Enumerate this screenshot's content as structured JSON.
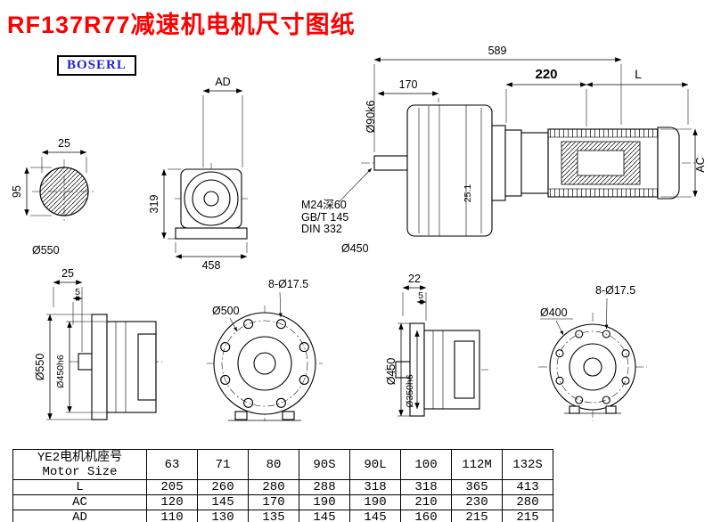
{
  "page": {
    "title": "RF137R77减速机电机尺寸图纸",
    "brand": "BOSERL"
  },
  "drawing": {
    "shaft_section": {
      "key_width": "25",
      "diameter": "95",
      "label": "Ø550"
    },
    "gearbox_front": {
      "dim_AD": "AD",
      "dim_319": "319",
      "dim_458": "458"
    },
    "main": {
      "dim_589": "589",
      "dim_170": "170",
      "dim_220": "220",
      "dim_L": "L",
      "shaft_dia": "Ø90k6",
      "center_hole": "M24深60",
      "std1": "GB/T 145",
      "std2": "DIN 332",
      "flange_dia": "Ø450",
      "dim_25_1": "25.1",
      "dim_AC": "AC"
    },
    "side_550": {
      "dim_25": "25",
      "dim_5": "5",
      "d_outer": "Ø550",
      "d_spigot": "Ø450h6"
    },
    "flange_500": {
      "d_outer": "Ø500",
      "holes": "8-Ø17.5"
    },
    "side_450": {
      "dim_22": "22",
      "dim_5": "5",
      "d_outer": "Ø450",
      "d_spigot": "Ø350h6"
    },
    "flange_400": {
      "d_outer": "Ø400",
      "holes": "8-Ø17.5"
    }
  },
  "table": {
    "header_line1": "YE2电机机座号",
    "header_line2": "Motor Size",
    "columns": [
      "63",
      "71",
      "80",
      "90S",
      "90L",
      "100",
      "112M",
      "132S"
    ],
    "rows": [
      {
        "label": "L",
        "values": [
          "205",
          "260",
          "280",
          "288",
          "318",
          "318",
          "365",
          "413"
        ]
      },
      {
        "label": "AC",
        "values": [
          "120",
          "145",
          "170",
          "190",
          "190",
          "210",
          "230",
          "280"
        ]
      },
      {
        "label": "AD",
        "values": [
          "110",
          "130",
          "135",
          "145",
          "145",
          "160",
          "215",
          "215"
        ]
      }
    ]
  }
}
